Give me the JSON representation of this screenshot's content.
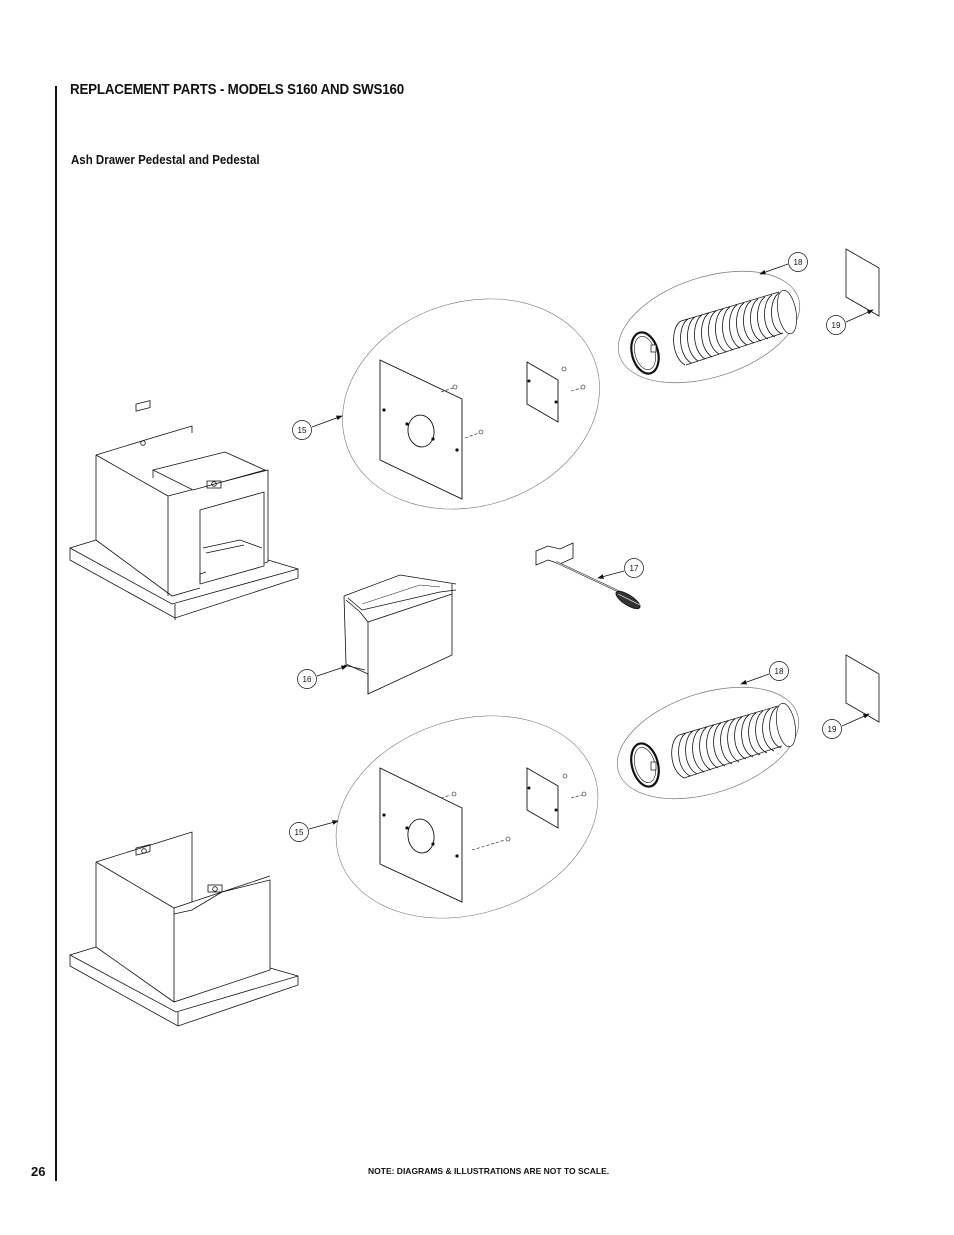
{
  "header": {
    "title": "REPLACEMENT PARTS - MODELS S160 AND SWS160",
    "subtitle": "Ash Drawer Pedestal and Pedestal"
  },
  "footer": {
    "page_number": "26",
    "note": "NOTE: DIAGRAMS & ILLUSTRATIONS ARE NOT TO SCALE."
  },
  "callouts": {
    "c15a": "15",
    "c15b": "15",
    "c16": "16",
    "c17": "17",
    "c18a": "18",
    "c18b": "18",
    "c19a": "19",
    "c19b": "19"
  }
}
